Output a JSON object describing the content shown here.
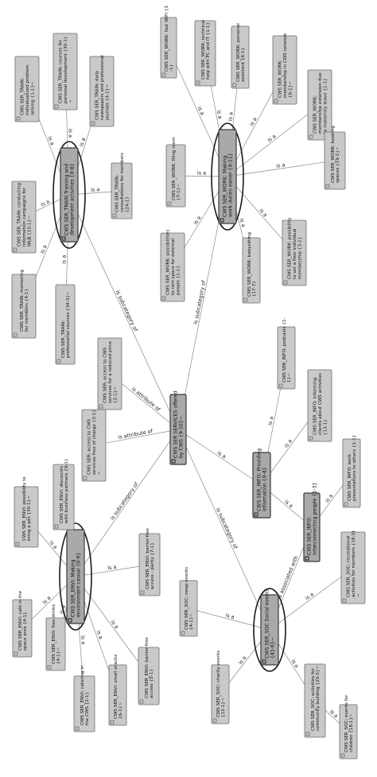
{
  "nodes": [
    {
      "id": "central",
      "kind": "core",
      "text": [
        "CWS SER SERVICES offered",
        "by CWS {9-10}~"
      ]
    },
    {
      "id": "train_main",
      "kind": "core",
      "ring": true,
      "text": [
        "CWS SER_TRAIN Training and",
        "development activities {0-8}"
      ]
    },
    {
      "id": "work_main",
      "kind": "core",
      "ring": true,
      "text": [
        "CWS SER_WORK: Making",
        "work duties easier {0-11}"
      ]
    },
    {
      "id": "envi_main",
      "kind": "core",
      "ring": true,
      "text": [
        "CWS SER_ENVI: Making",
        "environment casual {0-9}"
      ]
    },
    {
      "id": "soc_main",
      "kind": "core",
      "ring": true,
      "text": [
        "CWS SER_SOC Social events",
        "{41-6}~"
      ]
    },
    {
      "id": "info_main",
      "kind": "core",
      "text": [
        "CWS SER_INFO: Providing",
        "information {0-4}"
      ]
    },
    {
      "id": "inter_people",
      "kind": "core",
      "text": [
        "CWS SER_INFO:",
        "interconnecting people {1-3}"
      ]
    },
    {
      "id": "t1",
      "text": [
        "CWS SER_TRAIN:",
        "individualized problem",
        "solving {1-1}~"
      ]
    },
    {
      "id": "t2",
      "text": [
        "CWS SER_TRAIN: courses for",
        "personal development {30-1}",
        "~"
      ]
    },
    {
      "id": "t3",
      "text": [
        "CWS SER_TRAIN: daily",
        "newspapers and professional",
        "journals {4-1}~"
      ]
    },
    {
      "id": "t4",
      "text": [
        "CWS SER_TRAIN: conducting",
        "information campaigns for",
        "WLB {10-1}~"
      ]
    },
    {
      "id": "t5",
      "text": [
        "CWS SER_TRAIN:",
        "consultations for members",
        "{24-1}"
      ]
    },
    {
      "id": "t6",
      "text": [
        "CWS SER_TRAIN: mentoring",
        "for members {4-1}"
      ]
    },
    {
      "id": "t7",
      "text": [
        "CWS SER_TRAIN:",
        "professional courses {34-3}~"
      ]
    },
    {
      "id": "w1",
      "text": [
        "CWS SER_WORK: fast WIFI {3",
        "-1}"
      ]
    },
    {
      "id": "w2",
      "text": [
        "CWS SER_WORK: technical",
        "help with PC and IT {1-1}"
      ]
    },
    {
      "id": "w3",
      "text": [
        "CWS SER_WORK: personal",
        "assistant {6-1}"
      ]
    },
    {
      "id": "w4",
      "text": [
        "CWS SER_WORK:",
        "membership in CWS network",
        "{6-1}~"
      ]
    },
    {
      "id": "w5",
      "text": [
        "CWS SER_WORK:",
        "membership extension due",
        "to maternity leave {1-1}"
      ]
    },
    {
      "id": "w6",
      "text": [
        "CWS SER_WORK: filing room",
        "{7-1}~"
      ]
    },
    {
      "id": "w7",
      "text": [
        "CWS SER_WORK: booking",
        "spaces {19-1}~"
      ]
    },
    {
      "id": "w8",
      "text": [
        "CWS SER_WORK: possibilities",
        "to rent space for external",
        "people {1-1}"
      ]
    },
    {
      "id": "w9",
      "text": [
        "CWS SER_WORK: babysitting",
        "{17-7}"
      ]
    },
    {
      "id": "w10",
      "text": [
        "CWS SER_WORK: possibility",
        "to set a flexi individual",
        "membership {3-1}"
      ]
    },
    {
      "id": "a1",
      "text": [
        "CWS SER: access to CWS",
        "services for a reduced price",
        "{2-1}~"
      ]
    },
    {
      "id": "a2",
      "text": [
        "CWS SER: access to CWS",
        "services free of charge {3-1}",
        "~"
      ]
    },
    {
      "id": "i1",
      "text": [
        "CWS SER_INFO: podcasts {1-",
        "1}~"
      ]
    },
    {
      "id": "i2",
      "text": [
        "CWS SER_INFO: informing",
        "clients about CWS activities",
        "{13-1}"
      ]
    },
    {
      "id": "i3",
      "text": [
        "CWS SER_INFO: work",
        "presentations to others {1-1}"
      ]
    },
    {
      "id": "e1",
      "text": [
        "CWS SER_ENVI: possibility to",
        "bring a pet {35-1}~"
      ]
    },
    {
      "id": "e2",
      "text": [
        "CWS SER_ENVI: discounts",
        "with business partners {9-1}"
      ]
    },
    {
      "id": "e3",
      "text": [
        "CWS SER_ENVI: barrier-free",
        "access - partly {7-1}"
      ]
    },
    {
      "id": "e4",
      "text": [
        "CWS SER_ENVI: café in the",
        "space area {4-1}"
      ]
    },
    {
      "id": "e5",
      "text": [
        "CWS SER_ENVI: free drinks",
        "{4-1}~"
      ]
    },
    {
      "id": "e6",
      "text": [
        "CWS SER_ENVI: catering in",
        "the CWS {2-1}"
      ]
    },
    {
      "id": "e7",
      "text": [
        "CWS SER_ENVI: small snacks",
        "{6-1}~"
      ]
    },
    {
      "id": "e8",
      "text": [
        "CWS SER_ENVI: barrier-free",
        "access {5-1}"
      ]
    },
    {
      "id": "s1",
      "text": [
        "CWS SER_SOC: swap events",
        "{4-1}~"
      ]
    },
    {
      "id": "s2",
      "text": [
        "CWS SER_SOC: charity events",
        "{12-1}~"
      ]
    },
    {
      "id": "s3",
      "text": [
        "CWS SER_SOC: recreational",
        "activities for members {18-3}",
        "~"
      ]
    },
    {
      "id": "s4",
      "text": [
        "CWS SER_SOC: activities for",
        "community building {25-5}~"
      ]
    },
    {
      "id": "s5",
      "text": [
        "CWS SER_SOC: events for",
        "children {18-1}~"
      ]
    }
  ],
  "edges": [
    {
      "from": "train_main",
      "to": "central",
      "label": "is subcategory of"
    },
    {
      "from": "work_main",
      "to": "central",
      "label": "is subcategory of"
    },
    {
      "from": "envi_main",
      "to": "central",
      "label": "is subcategory of"
    },
    {
      "from": "soc_main",
      "to": "central",
      "label": "is subcategory of"
    },
    {
      "from": "info_main",
      "to": "central",
      "label": "is a"
    },
    {
      "from": "a1",
      "to": "central",
      "label": "is attribute of"
    },
    {
      "from": "a2",
      "to": "central",
      "label": "is attribute of"
    },
    {
      "from": "soc_main",
      "to": "inter_people",
      "label": "is associated with"
    },
    {
      "from": "inter_people",
      "to": "info_main",
      "label": "is a"
    },
    {
      "from": "t1",
      "to": "train_main",
      "label": "is a"
    },
    {
      "from": "t2",
      "to": "train_main",
      "label": "is a"
    },
    {
      "from": "t3",
      "to": "train_main",
      "label": "is a"
    },
    {
      "from": "t4",
      "to": "train_main",
      "label": "is a"
    },
    {
      "from": "t5",
      "to": "train_main",
      "label": "is a"
    },
    {
      "from": "t6",
      "to": "train_main",
      "label": "is a"
    },
    {
      "from": "t7",
      "to": "train_main",
      "label": "is a"
    },
    {
      "from": "w1",
      "to": "work_main",
      "label": "is a"
    },
    {
      "from": "w2",
      "to": "work_main",
      "label": "is a"
    },
    {
      "from": "w3",
      "to": "work_main",
      "label": "is a"
    },
    {
      "from": "w4",
      "to": "work_main",
      "label": "is a"
    },
    {
      "from": "w5",
      "to": "work_main",
      "label": "is a"
    },
    {
      "from": "w6",
      "to": "work_main",
      "label": "is a"
    },
    {
      "from": "w7",
      "to": "work_main",
      "label": "is a"
    },
    {
      "from": "w8",
      "to": "work_main",
      "label": "is a"
    },
    {
      "from": "w9",
      "to": "work_main",
      "label": "is a"
    },
    {
      "from": "w10",
      "to": "work_main",
      "label": "is a"
    },
    {
      "from": "i1",
      "to": "info_main",
      "label": "is a"
    },
    {
      "from": "i2",
      "to": "info_main",
      "label": "is a"
    },
    {
      "from": "i3",
      "to": "inter_people",
      "label": "is a"
    },
    {
      "from": "e1",
      "to": "envi_main",
      "label": "is a"
    },
    {
      "from": "e2",
      "to": "envi_main",
      "label": "is a"
    },
    {
      "from": "e3",
      "to": "envi_main",
      "label": "is a"
    },
    {
      "from": "e4",
      "to": "envi_main",
      "label": "is a"
    },
    {
      "from": "e5",
      "to": "envi_main",
      "label": "is a"
    },
    {
      "from": "e6",
      "to": "envi_main",
      "label": "is a"
    },
    {
      "from": "e7",
      "to": "envi_main",
      "label": "is a"
    },
    {
      "from": "e8",
      "to": "envi_main",
      "label": "is a"
    },
    {
      "from": "s1",
      "to": "soc_main",
      "label": "is a"
    },
    {
      "from": "s2",
      "to": "soc_main",
      "label": "is a"
    },
    {
      "from": "s3",
      "to": "soc_main",
      "label": "is a"
    },
    {
      "from": "s4",
      "to": "soc_main",
      "label": "is a"
    },
    {
      "from": "s5",
      "to": "s4",
      "label": "is a"
    }
  ]
}
